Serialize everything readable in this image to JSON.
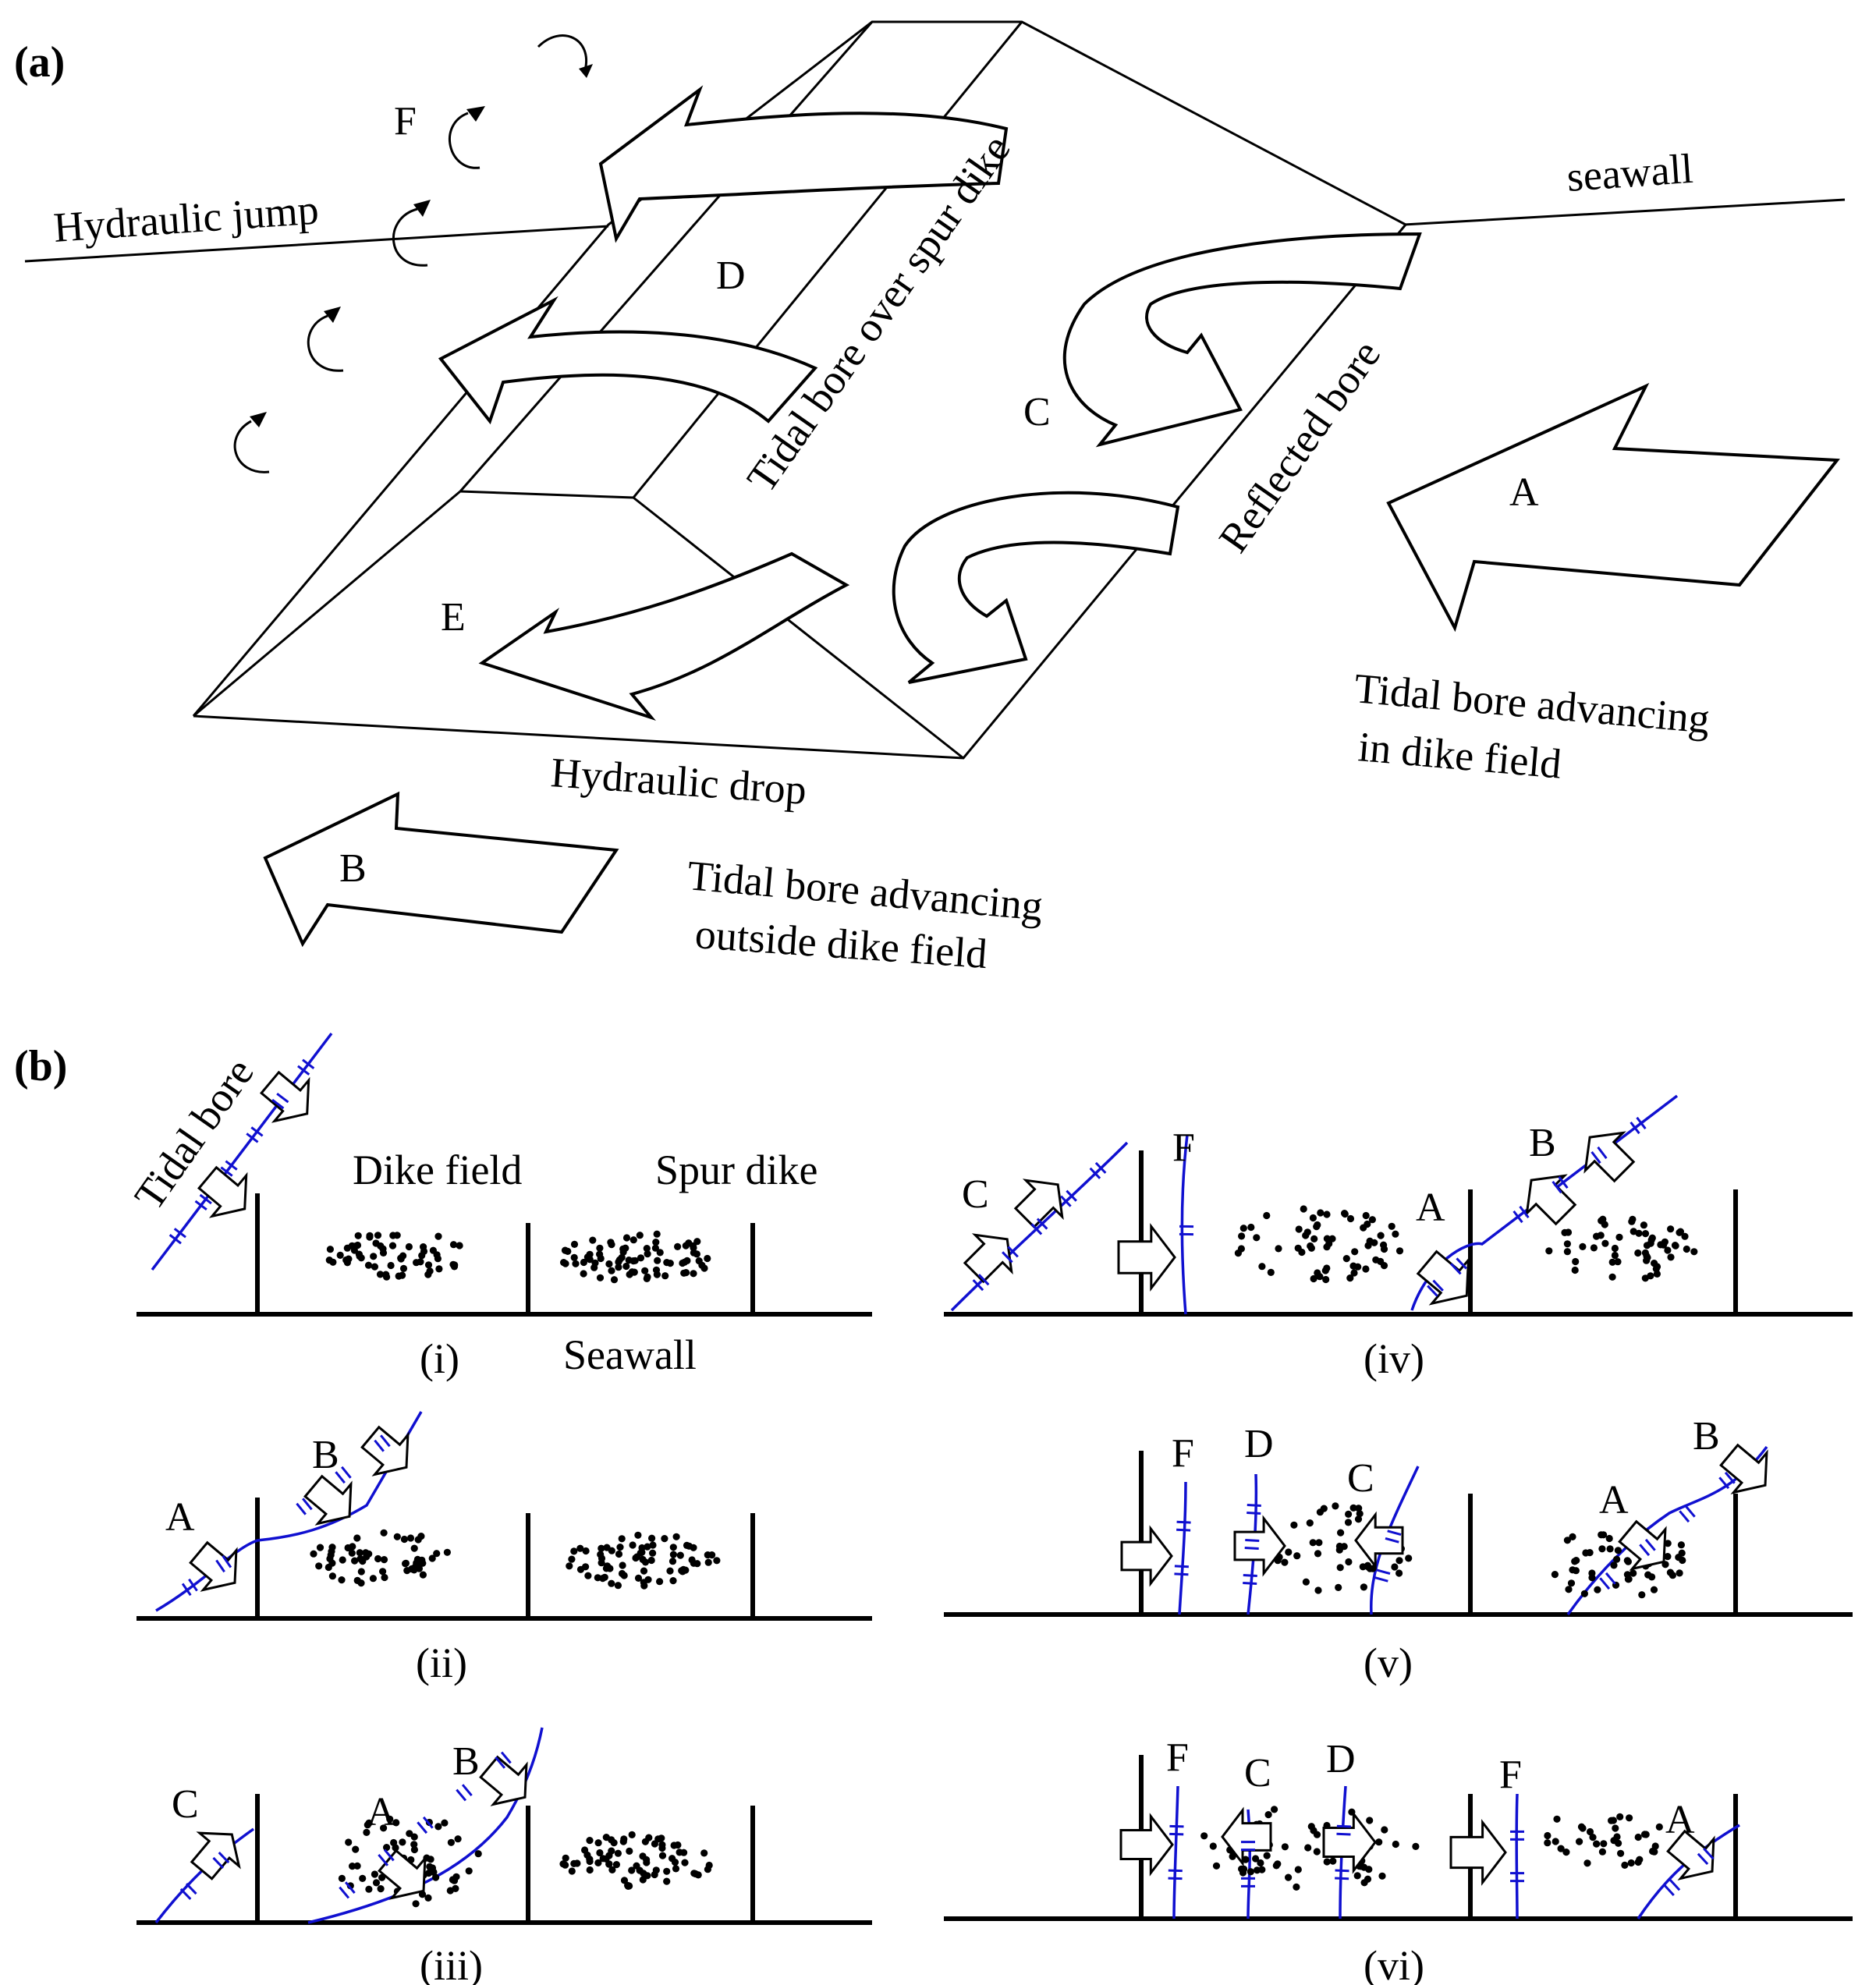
{
  "figure": {
    "panel_a_label": "(a)",
    "panel_b_label": "(b)"
  },
  "panel_a": {
    "labels": {
      "hydraulic_jump": "Hydraulic jump",
      "seawall": "seawall",
      "tidal_bore_over_spur_dike": "Tidal bore over spur dike",
      "reflected_bore": "Reflected bore",
      "hydraulic_drop": "Hydraulic drop",
      "tidal_bore_in_dike_field_line1": "Tidal bore advancing",
      "tidal_bore_in_dike_field_line2": "in dike field",
      "tidal_bore_outside_line1": "Tidal bore advancing",
      "tidal_bore_outside_line2": "outside dike field"
    },
    "letters": {
      "a": "A",
      "b": "B",
      "c": "C",
      "d": "D",
      "e": "E",
      "f": "F"
    }
  },
  "panel_b": {
    "labels": {
      "tidal_bore": "Tidal  bore",
      "dike_field": "Dike field",
      "spur_dike": "Spur dike",
      "seawall": "Seawall"
    },
    "subpanels": [
      {
        "id": "i",
        "caption": "(i)"
      },
      {
        "id": "ii",
        "caption": "(ii)",
        "letters": [
          "A",
          "B"
        ]
      },
      {
        "id": "iii",
        "caption": "(iii)",
        "letters": [
          "C",
          "A",
          "B"
        ]
      },
      {
        "id": "iv",
        "caption": "(iv)",
        "letters": [
          "C",
          "F",
          "A",
          "B"
        ]
      },
      {
        "id": "v",
        "caption": "(v)",
        "letters": [
          "F",
          "D",
          "C",
          "A",
          "B"
        ]
      },
      {
        "id": "vi",
        "caption": "(vi)",
        "letters": [
          "F",
          "C",
          "D",
          "F",
          "A"
        ]
      }
    ]
  }
}
